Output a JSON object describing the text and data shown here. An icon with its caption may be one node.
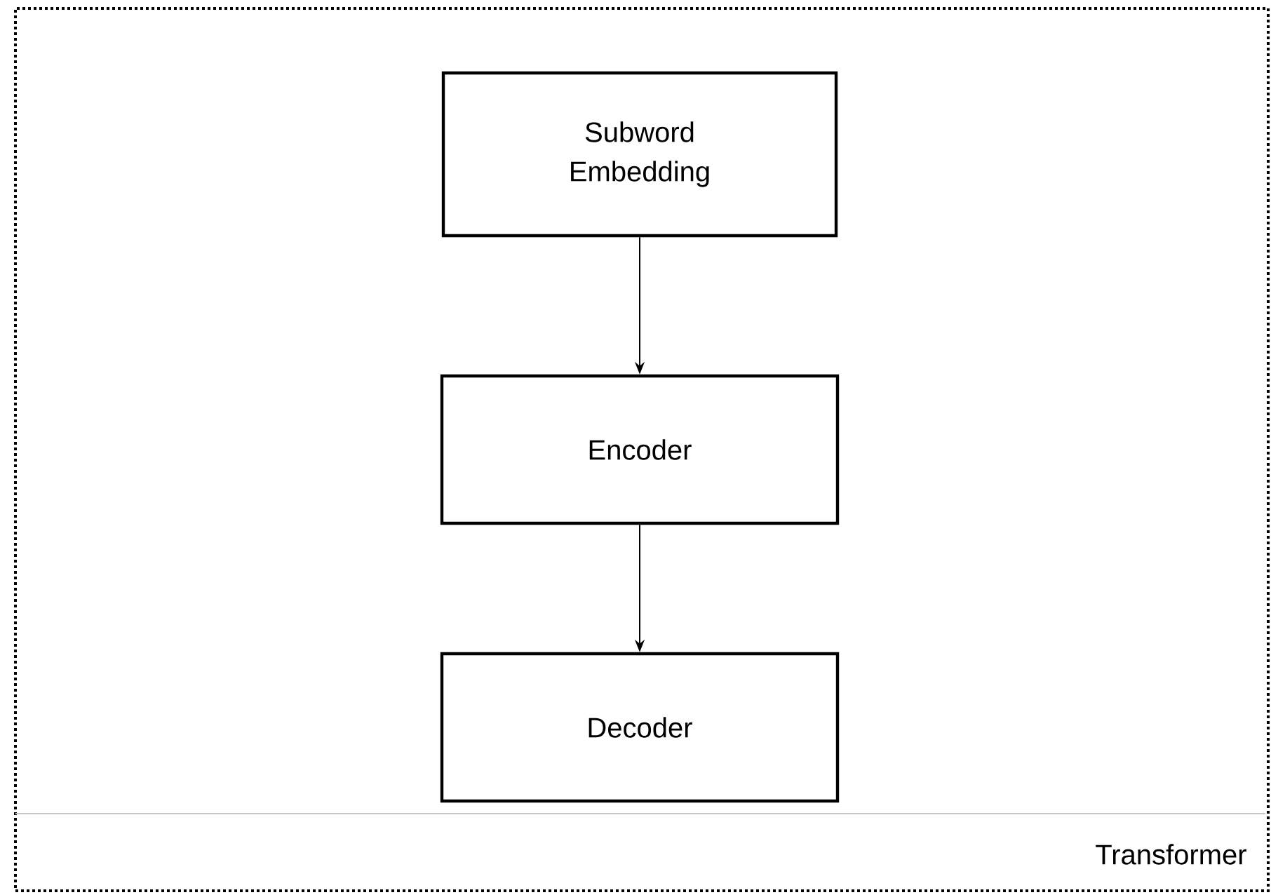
{
  "diagram": {
    "nodes": [
      {
        "text": [
          "Transformer"
        ]
      },
      {
        "text": [
          "Subword Embedding"
        ],
        "in": 0
      },
      {
        "text": [
          "Encoder"
        ],
        "in": 0
      },
      {
        "text": [
          "Decoder"
        ],
        "in": 0
      }
    ],
    "edges": [
      {
        "from": 1,
        "to": 2,
        "arrow": "to"
      },
      {
        "from": 2,
        "to": 3,
        "arrow": "to"
      }
    ]
  }
}
